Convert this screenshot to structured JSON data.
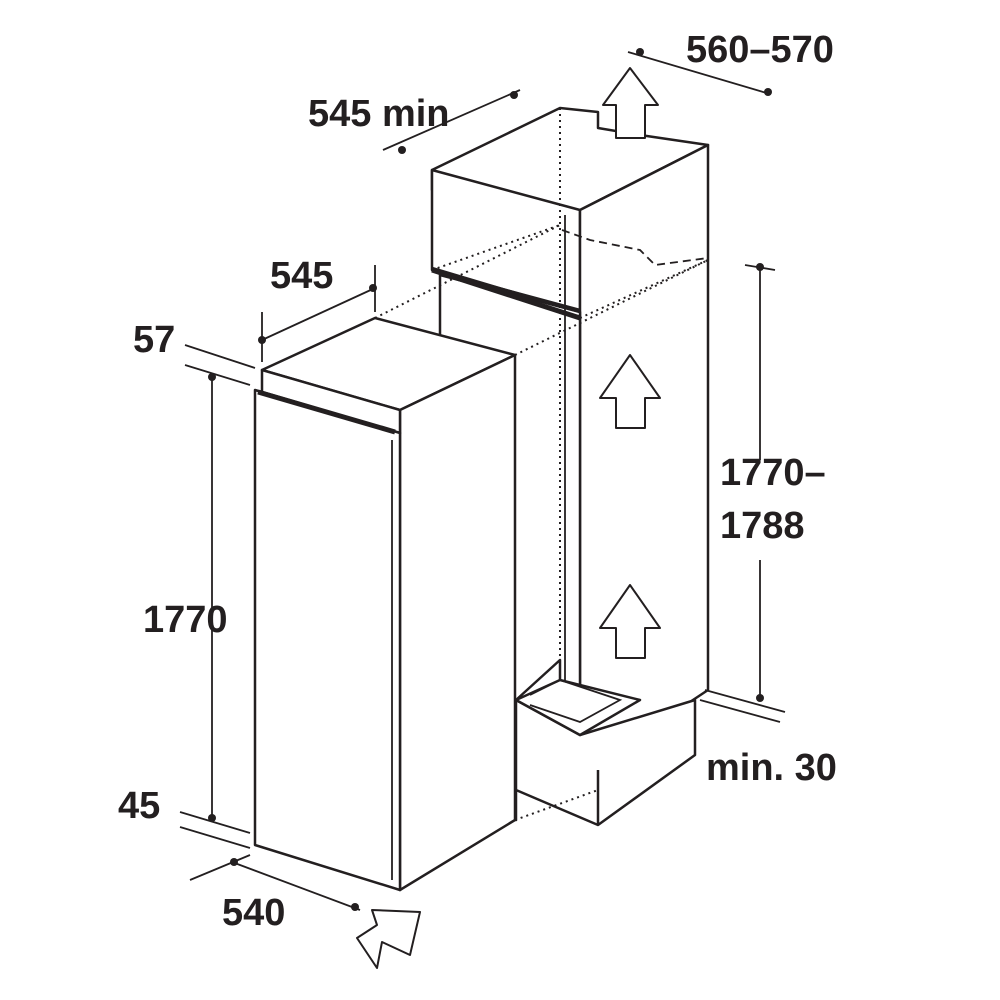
{
  "dimensions": {
    "niche_width": "560–570",
    "niche_depth": "545 min",
    "appliance_depth": "545",
    "top_gap": "57",
    "appliance_height": "1770",
    "bottom_gap": "45",
    "appliance_width": "540",
    "niche_height_line1": "1770–",
    "niche_height_line2": "1788",
    "ventilation_min": "min. 30"
  },
  "colors": {
    "line": "#231f20",
    "background": "#ffffff"
  }
}
